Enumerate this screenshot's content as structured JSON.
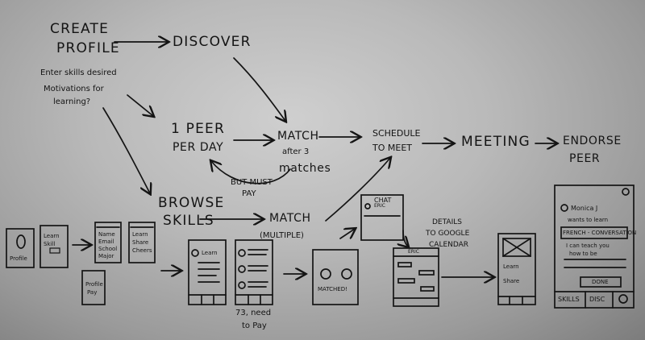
{
  "flow": {
    "create_profile": [
      "CREATE",
      "PROFILE"
    ],
    "enter_skills": "Enter skills desired",
    "motivations": [
      "Motivations for",
      "learning?"
    ],
    "discover": "DISCOVER",
    "one_peer": [
      "1 PEER",
      "PER DAY"
    ],
    "match": "MATCH",
    "after_matches": [
      "after 3",
      "matches"
    ],
    "but_must_pay": [
      "BUT MUST",
      "PAY"
    ],
    "schedule": [
      "SCHEDULE",
      "TO MEET"
    ],
    "meeting": "MEETING",
    "endorse": [
      "ENDORSE",
      "PEER"
    ],
    "browse": [
      "BROWSE",
      "SKILLS"
    ],
    "match_multiple": [
      "MATCH",
      "(MULTIPLE)"
    ],
    "need_to_pay": [
      "73, need",
      "to Pay"
    ],
    "details": [
      "DETAILS",
      "TO GOOGLE",
      "CALENDAR"
    ]
  },
  "screens": {
    "s1_label": "Profile",
    "s2_labels": [
      "Learn",
      "Skill"
    ],
    "s3_labels": [
      "Name",
      "Email",
      "School",
      "Major"
    ],
    "s4_labels": [
      "Learn",
      "Share",
      "Cheers"
    ],
    "s5_labels": [
      "Profile",
      "Pay"
    ],
    "browse_a_header": "Learn",
    "matched_label": "MATCHED!",
    "chat_header": "CHAT",
    "chat_name": "ERIC",
    "chat2_name": "ERIC",
    "details_labels": [
      "Learn",
      "Share"
    ],
    "final": {
      "name": "Monica J",
      "wants": "wants to learn",
      "skill": "FRENCH - CONVERSATION",
      "can_teach": [
        "I can teach you",
        "how to be"
      ],
      "done": "DONE",
      "tabs": [
        "SKILLS",
        "DISC"
      ]
    }
  }
}
